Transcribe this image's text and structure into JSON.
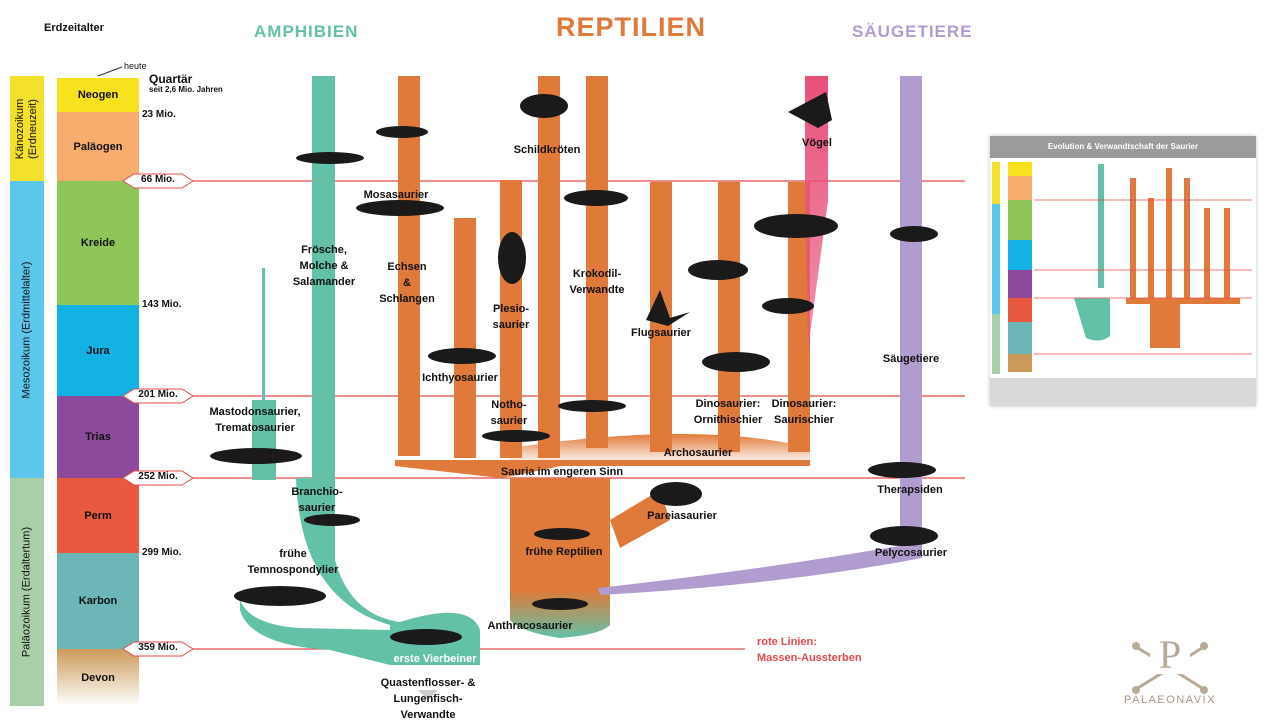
{
  "header": {
    "time_column_title": "Erdzeitalter",
    "amphibien": "AMPHIBIEN",
    "reptilien": "REPTILIEN",
    "saeugetiere": "SÄUGETIERE",
    "colors": {
      "amphibien": "#62c1a6",
      "reptilien": "#e07a3a",
      "saeugetiere": "#b09ccf",
      "voegel": "#e8507a",
      "extinction_line": "#e34a4a"
    }
  },
  "eras": [
    {
      "name": "Känozoikum\n(Erdneuzeit)",
      "color": "#f4e12c"
    },
    {
      "name": "Mesozoikum (Erdmittelalter)",
      "color": "#5cc6ec"
    },
    {
      "name": "Paläozoikum (Erdaltertum)",
      "color": "#a9cfa8"
    }
  ],
  "periods": [
    {
      "name": "Neogen",
      "color": "#f8e11d"
    },
    {
      "name": "Paläogen",
      "color": "#f6ad6e"
    },
    {
      "name": "Kreide",
      "color": "#8fc65a"
    },
    {
      "name": "Jura",
      "color": "#12b2e4"
    },
    {
      "name": "Trias",
      "color": "#8d4a9c"
    },
    {
      "name": "Perm",
      "color": "#e8593f"
    },
    {
      "name": "Karbon",
      "color": "#6cb6b8"
    },
    {
      "name": "Devon",
      "color": "#cb9a5a"
    }
  ],
  "time_markers": {
    "heute": "heute",
    "quartaer": "Quartär",
    "quartaer_sub": "seit 2,6 Mio. Jahren",
    "m23": "23 Mio.",
    "m66": "66 Mio.",
    "m143": "143 Mio.",
    "m201": "201 Mio.",
    "m252": "252 Mio.",
    "m299": "299 Mio.",
    "m359": "359 Mio."
  },
  "labels": {
    "froesche": "Frösche,\nMolche &\nSalamander",
    "mastodon": "Mastodonsaurier,\nTrematosaurier",
    "branchio": "Branchio-\nsaurier",
    "temno": "frühe\nTemnospondylier",
    "vierbeiner": "erste Vierbeiner",
    "quasten": "Quastenflosser- &\nLungenfisch-Verwandte",
    "mosa": "Mosasaurier",
    "echsen": "Echsen\n&\nSchlangen",
    "ichthyo": "Ichthyosaurier",
    "plesio": "Plesio-\nsaurier",
    "notho": "Notho-\nsaurier",
    "schild": "Schildkröten",
    "kroko": "Krokodil-\nVerwandte",
    "flug": "Flugsaurier",
    "ornith": "Dinosaurier:\nOrnithischier",
    "sauri": "Dinosaurier:\nSaurischier",
    "voegel": "Vögel",
    "archo": "Archosaurier",
    "sauria": "Sauria im engeren Sinn",
    "pareia": "Pareiasaurier",
    "fruehrept": "frühe Reptilien",
    "anthraco": "Anthracosaurier",
    "saeuger": "Säugetiere",
    "therapsiden": "Therapsiden",
    "pelyco": "Pelycosaurier"
  },
  "legend": {
    "rote_linien": "rote Linien:\nMassen-Aussterben"
  },
  "logo": {
    "name": "PALAEONAVIX",
    "letter": "P"
  },
  "thumbnail": {
    "title": "Evolution & Verwandtschaft der Saurier"
  }
}
